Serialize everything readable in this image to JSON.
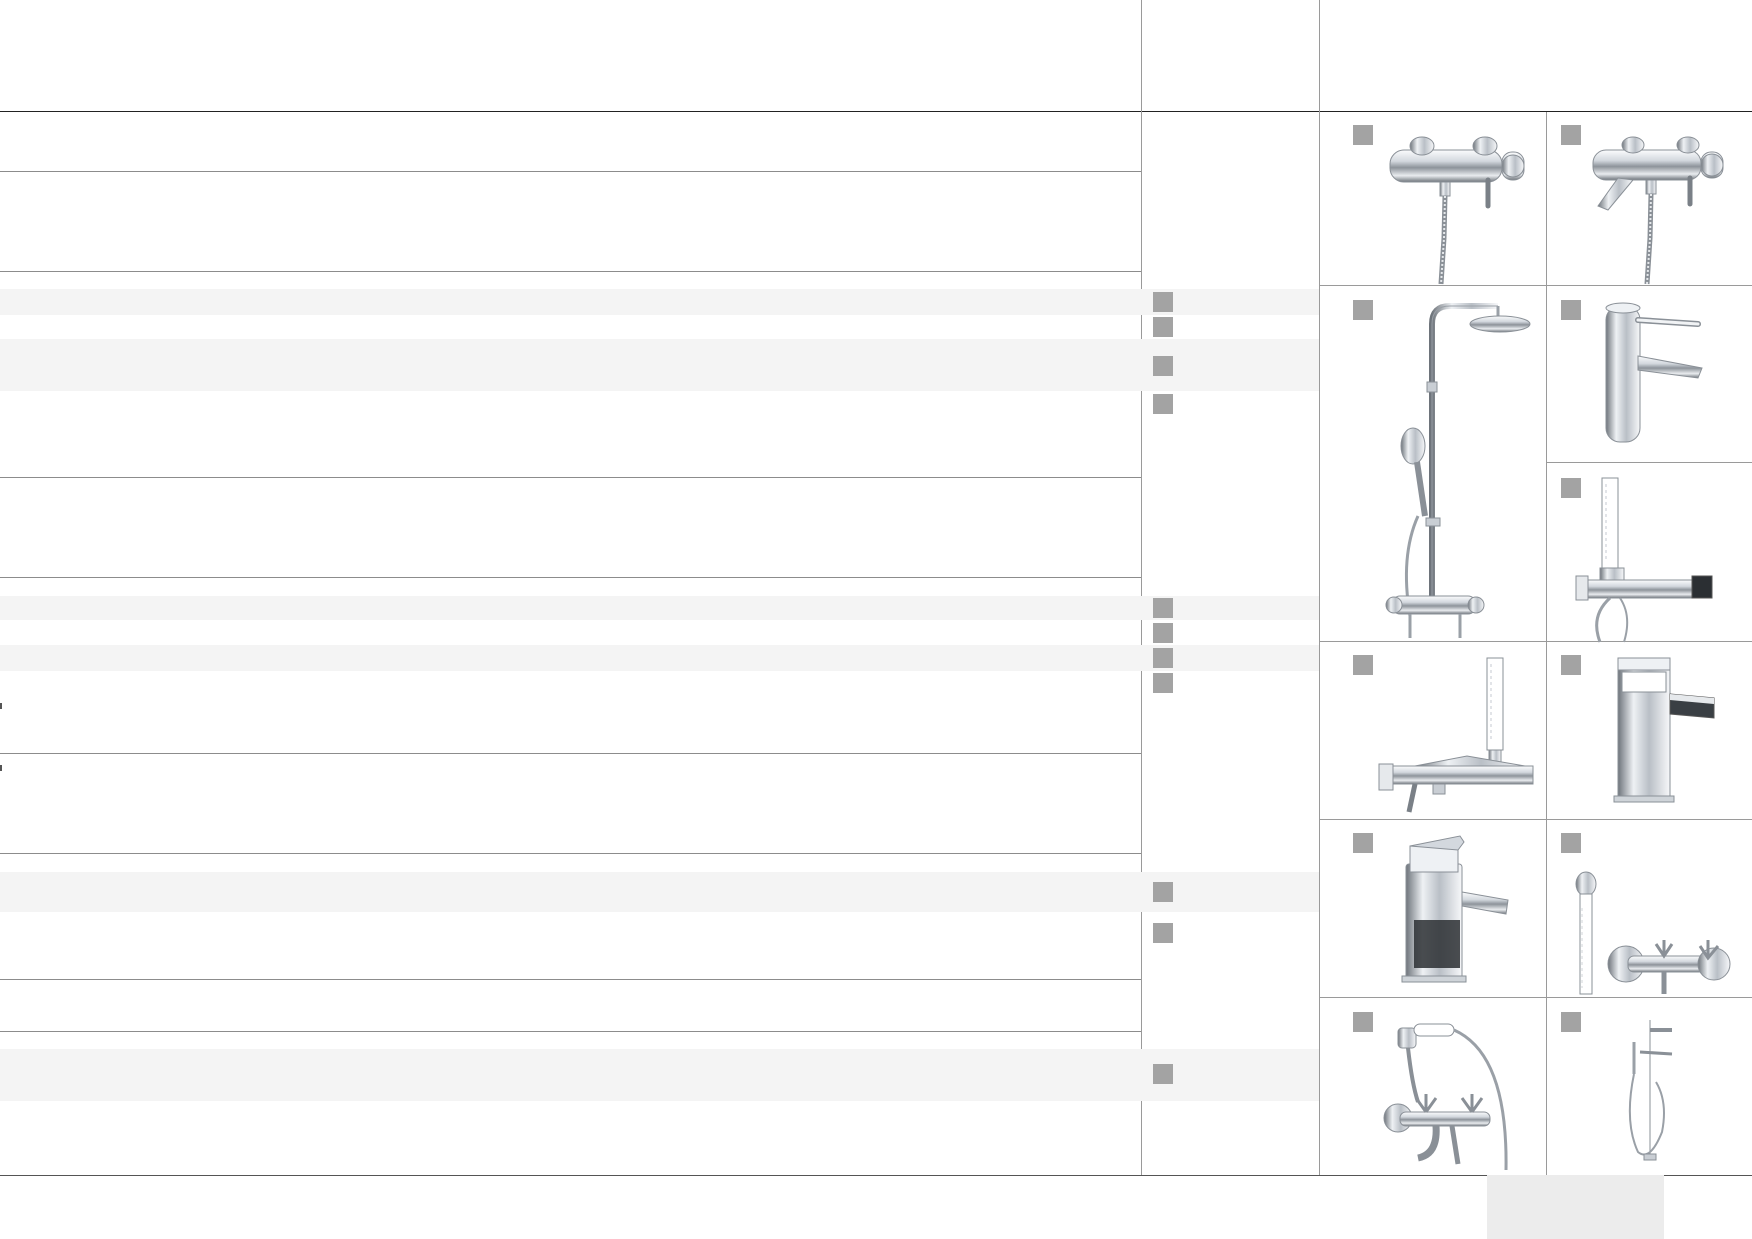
{
  "colors": {
    "rule": "#222222",
    "thin_rule": "#8c8c8c",
    "band": "#f4f4f4",
    "marker": "#a3a3a3",
    "chrome_light": "#f2f4f6",
    "chrome_mid": "#b9bfc6",
    "chrome_dark": "#4a4f55",
    "footer_box": "#ececec"
  },
  "products": [
    {
      "id": "thermostatic-shower-mixer",
      "icon": "thermostatic-shower-mixer-icon"
    },
    {
      "id": "thermostatic-bath-mixer",
      "icon": "thermostatic-bath-mixer-icon"
    },
    {
      "id": "thermostatic-shower-column",
      "icon": "shower-column-icon"
    },
    {
      "id": "round-basin-mixer",
      "icon": "basin-mixer-icon"
    },
    {
      "id": "square-shower-mixer-with-handshower",
      "icon": "square-shower-mixer-icon"
    },
    {
      "id": "waterfall-bath-shower-mixer",
      "icon": "waterfall-bath-mixer-icon"
    },
    {
      "id": "waterfall-basin-mixer",
      "icon": "waterfall-basin-mixer-icon"
    },
    {
      "id": "square-basin-mixer",
      "icon": "square-basin-mixer-icon"
    },
    {
      "id": "traditional-shower-mixer",
      "icon": "traditional-shower-mixer-icon"
    },
    {
      "id": "traditional-bath-shower-mixer",
      "icon": "traditional-bath-mixer-icon"
    },
    {
      "id": "freestanding-bath-mixer",
      "icon": "freestanding-bath-mixer-icon"
    }
  ]
}
